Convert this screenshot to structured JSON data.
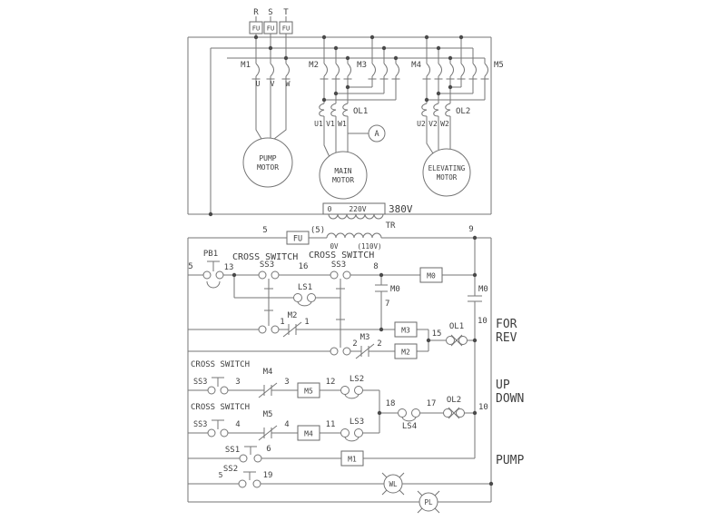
{
  "power": {
    "phase_r": "R",
    "phase_s": "S",
    "phase_t": "T",
    "fuse_r": "FU",
    "fuse_s": "FU",
    "fuse_t": "FU",
    "m1": "M1",
    "m2": "M2",
    "m3": "M3",
    "m4": "M4",
    "m5": "M5",
    "u": "U",
    "v": "V",
    "w": "W",
    "ol1": "OL1",
    "u1": "U1",
    "v1": "V1",
    "w1": "W1",
    "ol2": "OL2",
    "u2": "U2",
    "v2": "V2",
    "w2": "W2",
    "ammeter": "A",
    "pump_motor_1": "PUMP",
    "pump_motor_2": "MOTOR",
    "main_motor_1": "MAIN",
    "main_motor_2": "MOTOR",
    "elev_motor_1": "ELEVATING",
    "elev_motor_2": "MOTOR"
  },
  "xfmr": {
    "primary_zero": "0",
    "primary_v": "220V",
    "line_v": "380V",
    "name": "TR",
    "sec_left": "0V",
    "sec_right": "(110V)"
  },
  "ctl": {
    "fuse": "FU",
    "n5_top": "5",
    "n5_paren": "(5)",
    "n9": "9",
    "pb1": "PB1",
    "n5_left": "5",
    "n13": "13",
    "cs1": "CROSS SWITCH",
    "ss3_1": "SS3",
    "n16": "16",
    "cs2": "CROSS SWITCH",
    "ss3_2": "SS3",
    "n8": "8",
    "m0_coil": "M0",
    "m0_aux": "M0",
    "n7": "7",
    "ls1": "LS1",
    "n1a": "1",
    "m2_nc": "M2",
    "n1b": "1",
    "m3_coil": "M3",
    "n2a": "2",
    "m3_nc": "M3",
    "n2b": "2",
    "m2_coil": "M2",
    "n15": "15",
    "ol1": "OL1",
    "m0_rail": "M0",
    "n10a": "10",
    "cs3": "CROSS SWITCH",
    "ss3_3": "SS3",
    "n3a": "3",
    "m4_nc": "M4",
    "n3b": "3",
    "m5_coil": "M5",
    "n12": "12",
    "ls2": "LS2",
    "cs4": "CROSS SWITCH",
    "ss3_4": "SS3",
    "n4a": "4",
    "m5_nc": "M5",
    "n4b": "4",
    "m4_coil": "M4",
    "n11": "11",
    "ls3": "LS3",
    "n18": "18",
    "ls4": "LS4",
    "n17": "17",
    "ol2": "OL2",
    "n10b": "10",
    "ss1": "SS1",
    "n6": "6",
    "m1_coil": "M1",
    "ss2": "SS2",
    "n5_ss2": "5",
    "n19": "19",
    "wl": "WL",
    "pl": "PL",
    "for": "FOR",
    "rev": "REV",
    "up": "UP",
    "down": "DOWN",
    "pump": "PUMP"
  }
}
